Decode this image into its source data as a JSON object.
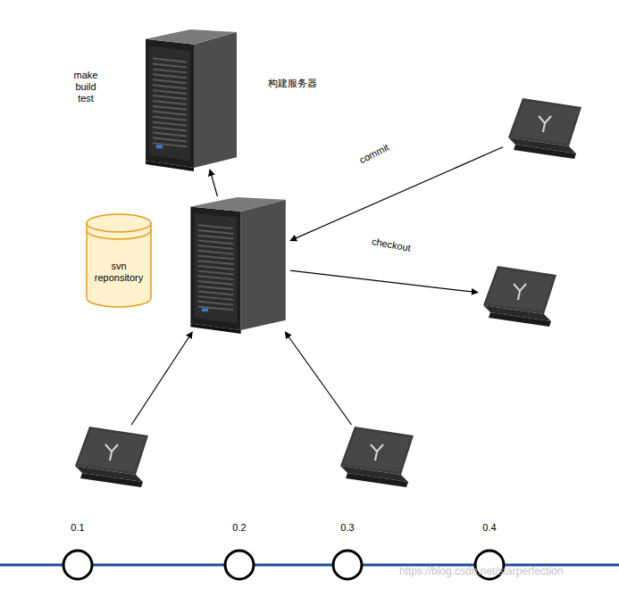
{
  "diagram": {
    "nodes": [
      {
        "text": [
          "make build test",
          "构建服务器"
        ]
      },
      {
        "text": []
      },
      {
        "text": [
          "svn reponsitory"
        ]
      },
      {
        "text": []
      },
      {
        "text": []
      },
      {
        "text": []
      },
      {
        "text": []
      },
      {
        "text": [
          "0.1"
        ]
      },
      {
        "text": [
          "0.2"
        ]
      },
      {
        "text": [
          "0.3"
        ]
      },
      {
        "text": [
          "0.4"
        ]
      }
    ],
    "edges": [
      {
        "from": 3,
        "to": 0,
        "arrow": "to"
      },
      {
        "from": 1,
        "to": 3,
        "label": "commit",
        "arrow": "to"
      },
      {
        "from": 3,
        "to": 4,
        "label": "checkout",
        "arrow": "to"
      },
      {
        "from": 5,
        "to": 3,
        "arrow": "to"
      },
      {
        "from": 6,
        "to": 3,
        "arrow": "to"
      }
    ],
    "labels": [
      "https://blog.csdn.net/starperfection"
    ]
  }
}
